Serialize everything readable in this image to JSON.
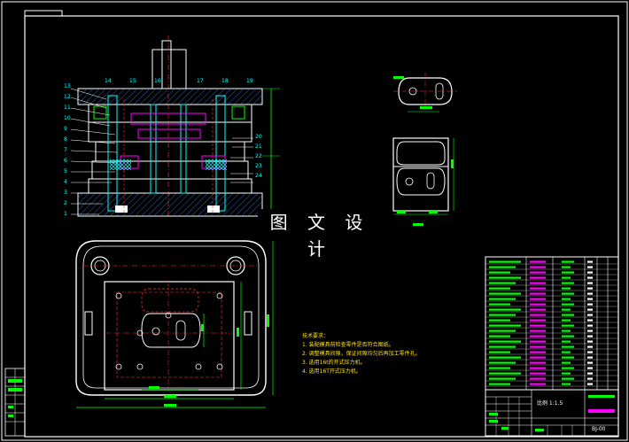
{
  "overlay_title": "图 文 设 计",
  "tech_notes": {
    "heading": "技术要求：",
    "items": [
      "1.  装配模具前检查零件是否符合图纸。",
      "2.  调整模具间隙，保证间隙均匀后再加工零件孔。",
      "3.  选用16t的开式压力机。",
      "4.  选用16T开式压力机。"
    ]
  },
  "part_labels_left": [
    "13",
    "12",
    "11",
    "10",
    "9",
    "8",
    "7",
    "6",
    "5",
    "4",
    "3",
    "2",
    "1"
  ],
  "part_labels_top": [
    "14",
    "15",
    "16",
    "17",
    "18",
    "19"
  ],
  "part_labels_right": [
    "20",
    "21",
    "22",
    "23",
    "24"
  ],
  "title_block": {
    "scale_text": "比例  1:1.5",
    "drawing_no": "BJ-00"
  }
}
